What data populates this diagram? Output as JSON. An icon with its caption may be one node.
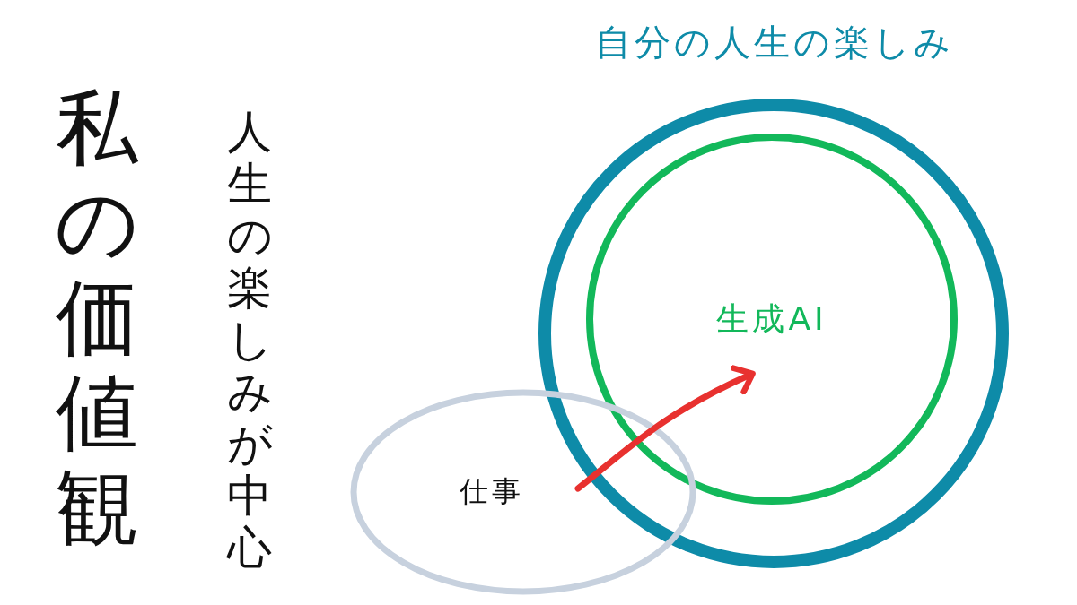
{
  "diagram": {
    "title": "私の価値観",
    "nodes": [
      {
        "text": [
          "自分の人生の楽しみ"
        ]
      },
      {
        "text": [
          "生成AI"
        ],
        "in": 0
      },
      {
        "text": [
          "仕事"
        ]
      }
    ],
    "edges": [
      {
        "from": 2,
        "to": 1,
        "arrow": "to"
      }
    ],
    "labels": [
      "人生の楽しみが中心"
    ]
  }
}
